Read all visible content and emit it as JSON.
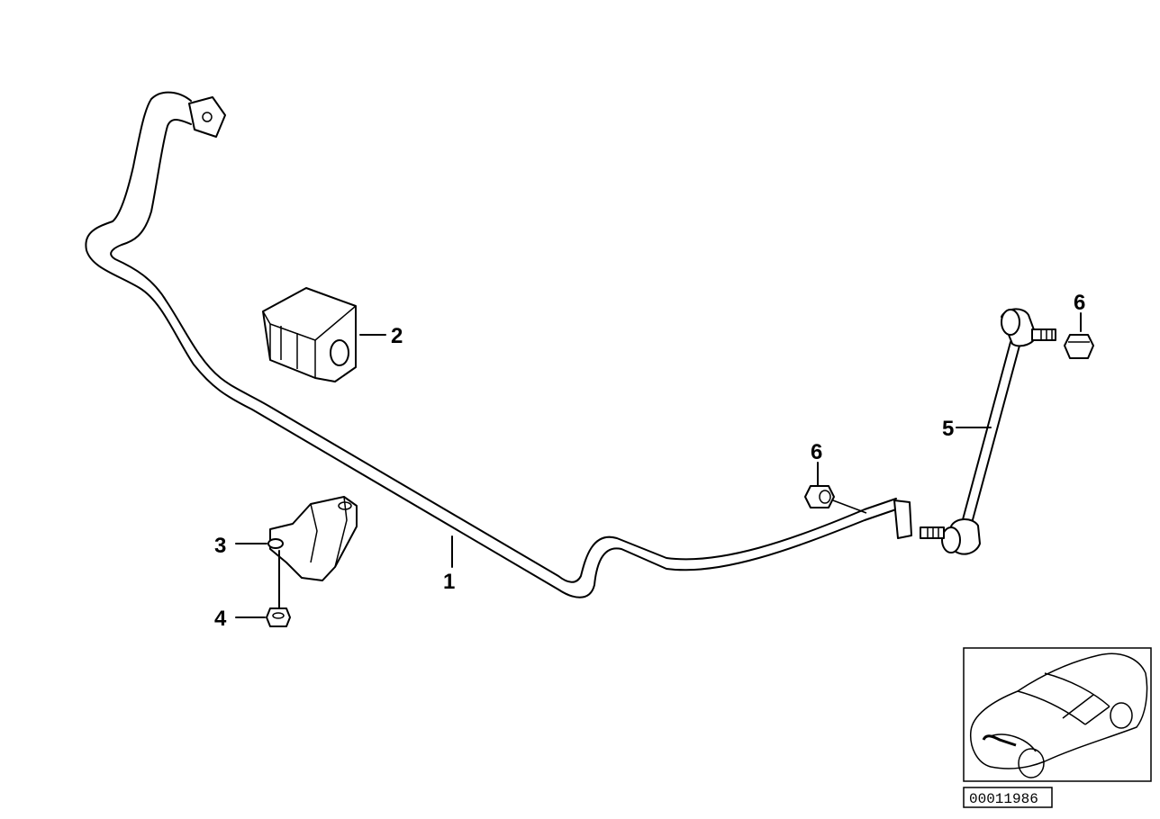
{
  "callouts": [
    {
      "id": "1",
      "label": "1"
    },
    {
      "id": "2",
      "label": "2"
    },
    {
      "id": "3",
      "label": "3"
    },
    {
      "id": "4",
      "label": "4"
    },
    {
      "id": "5",
      "label": "5"
    },
    {
      "id": "6a",
      "label": "6"
    },
    {
      "id": "6b",
      "label": "6"
    }
  ],
  "reference_number": "00011986",
  "inset": {
    "icon": "car-location-icon"
  }
}
